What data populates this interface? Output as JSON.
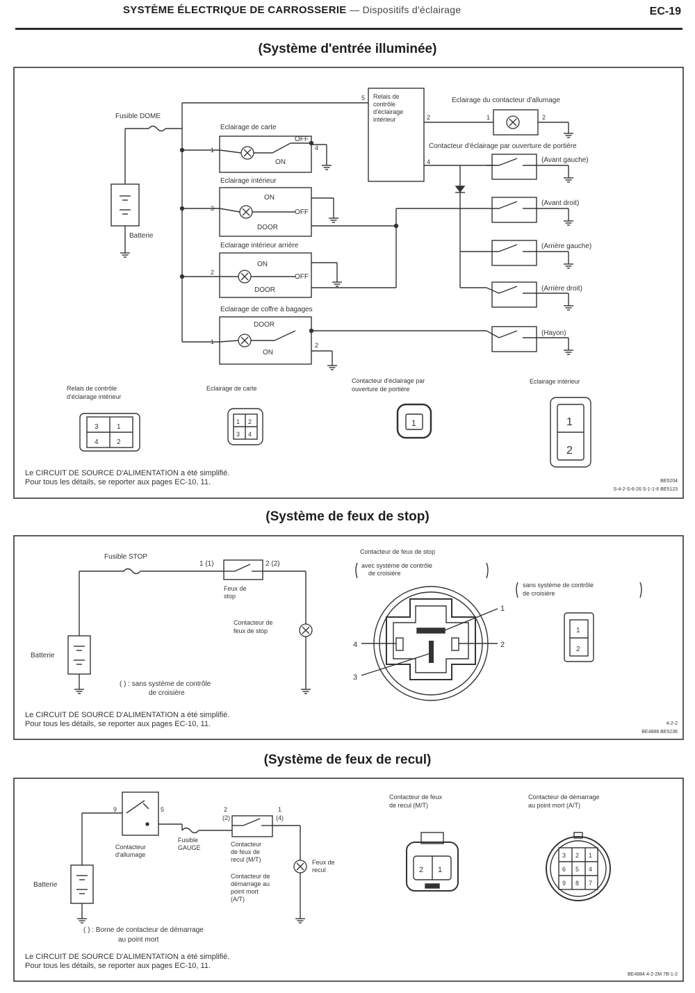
{
  "header": {
    "title": "SYSTÈME ÉLECTRIQUE DE CARROSSERIE",
    "subtitle": "— Dispositifs d'éclairage",
    "page": "EC-19"
  },
  "sections": {
    "entree": {
      "title": "(Système d'entrée illuminée)",
      "fuse": "Fusible DOME",
      "battery": "Batterie",
      "relay": [
        "Relais de",
        "contrôle",
        "d'éclairage",
        "intérieur"
      ],
      "map_light": "Eclairage de carte",
      "interior_light": "Eclairage intérieur",
      "rear_interior_light": "Eclairage intérieur arrière",
      "trunk_light": "Eclairage de coffre à bagages",
      "ignition_switch_light": "Eclairage du contacteur d'allumage",
      "door_switch": "Contacteur d'éclairage par ouverture de portière",
      "door_positions": [
        "(Avant gauche)",
        "(Avant droit)",
        "(Arrière gauche)",
        "(Arrière droit)",
        "(Hayon)"
      ],
      "sw_on": "ON",
      "sw_off": "OFF",
      "sw_door": "DOOR",
      "connectors": {
        "relay": [
          "Relais de contrôle",
          "d'éclairage intérieur"
        ],
        "map": "Eclairage de carte",
        "door": [
          "Contacteur d'éclairage par",
          "ouverture de portière"
        ],
        "interior": "Eclairage intérieur"
      },
      "note": [
        "Le CIRCUIT DE SOURCE D'ALIMENTATION a été simplifié.",
        "Pour tous les détails, se reporter aux pages EC-10, 11."
      ],
      "ref": [
        "BE5204",
        "S-4-2-S-6-26 S-1-1-6 BE5123"
      ]
    },
    "stop": {
      "title": "(Système de feux de stop)",
      "fuse": "Fusible STOP",
      "battery": "Batterie",
      "pin_left": "1 (1)",
      "pin_right": "2 (2)",
      "switch": [
        "Feux de",
        "stop"
      ],
      "lamp": [
        "Contacteur de",
        "feux de stop"
      ],
      "footnote": [
        "( ) : sans système de contrôle",
        "de croisière"
      ],
      "connector_title": "Contacteur de feux de stop",
      "with_cruise": [
        "avec système de contrôle",
        "de croisière"
      ],
      "without_cruise": [
        "sans système de contrôle",
        "de croisière"
      ],
      "pins": [
        "1",
        "2",
        "3",
        "4"
      ],
      "note": [
        "Le CIRCUIT DE SOURCE D'ALIMENTATION a été simplifié.",
        "Pour tous les détails, se reporter aux pages EC-10, 11."
      ],
      "ref": [
        "4-2-2",
        "BE4888 BE5236"
      ]
    },
    "recul": {
      "title": "(Système de feux de recul)",
      "battery": "Batterie",
      "ignition": [
        "Contacteur",
        "d'allumage"
      ],
      "fuse": [
        "Fusible",
        "GAUGE"
      ],
      "switch": [
        "Contacteur",
        "de feux de",
        "recul (M/T)"
      ],
      "neutral": [
        "Contacteur de",
        "démarrage au",
        "point mort",
        "(A/T)"
      ],
      "lamp": [
        "Feux de",
        "recul"
      ],
      "footnote": [
        "( ) : Borne de contacteur de démarrage",
        "au point mort"
      ],
      "conn_mt": [
        "Contacteur de feux",
        "de recul (M/T)"
      ],
      "conn_at": [
        "Contacteur de démarrage",
        "au point mort (A/T)"
      ],
      "note": [
        "Le CIRCUIT DE SOURCE D'ALIMENTATION a été simplifié.",
        "Pour tous les détails, se reporter aux pages EC-10, 11."
      ],
      "ref": "BE4884 4-2-2M 7B-1-2"
    }
  }
}
